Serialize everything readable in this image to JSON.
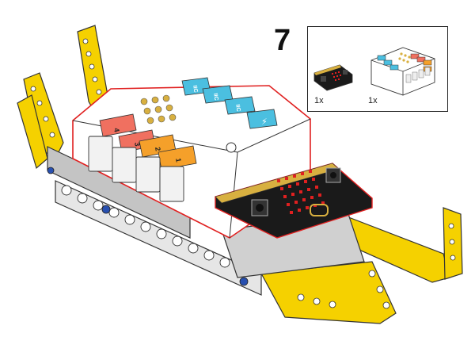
{
  "step": {
    "number": "7"
  },
  "parts_list": {
    "items": [
      {
        "name": "microbit-board",
        "quantity": "1x"
      },
      {
        "name": "expansion-board",
        "quantity": "1x"
      }
    ]
  },
  "model": {
    "port_labels": [
      "4",
      "3",
      "2",
      "1"
    ],
    "iic_labels": [
      "IIC",
      "IIC",
      "IIC"
    ],
    "colors": {
      "lego_yellow": "#f5d100",
      "lego_grey": "#b8b8b8",
      "shell_white": "#ffffff",
      "port_salmon": "#f07060",
      "port_orange": "#f5a02a",
      "iic_blue": "#4bbfe0",
      "microbit_black": "#1a1a1a",
      "led_red": "#e02020",
      "gold_pad": "#d8b040",
      "outline_red": "#e02020"
    }
  }
}
